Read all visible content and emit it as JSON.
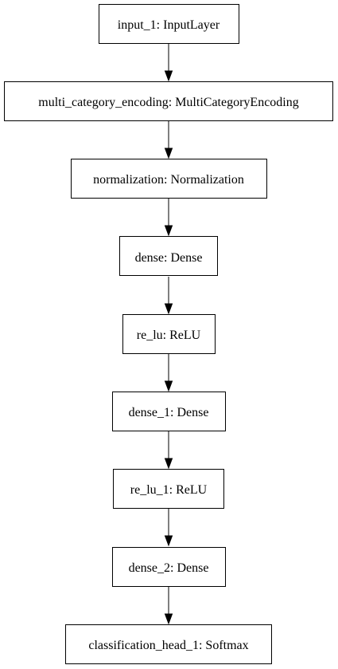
{
  "nodes": [
    {
      "id": "input_1",
      "label": "input_1: InputLayer"
    },
    {
      "id": "multi_category_encoding",
      "label": "multi_category_encoding: MultiCategoryEncoding"
    },
    {
      "id": "normalization",
      "label": "normalization: Normalization"
    },
    {
      "id": "dense",
      "label": "dense: Dense"
    },
    {
      "id": "re_lu",
      "label": "re_lu: ReLU"
    },
    {
      "id": "dense_1",
      "label": "dense_1: Dense"
    },
    {
      "id": "re_lu_1",
      "label": "re_lu_1: ReLU"
    },
    {
      "id": "dense_2",
      "label": "dense_2: Dense"
    },
    {
      "id": "classification_head_1",
      "label": "classification_head_1: Softmax"
    }
  ],
  "edges": [
    {
      "from": "input_1",
      "to": "multi_category_encoding"
    },
    {
      "from": "multi_category_encoding",
      "to": "normalization"
    },
    {
      "from": "normalization",
      "to": "dense"
    },
    {
      "from": "dense",
      "to": "re_lu"
    },
    {
      "from": "re_lu",
      "to": "dense_1"
    },
    {
      "from": "dense_1",
      "to": "re_lu_1"
    },
    {
      "from": "re_lu_1",
      "to": "dense_2"
    },
    {
      "from": "dense_2",
      "to": "classification_head_1"
    }
  ]
}
